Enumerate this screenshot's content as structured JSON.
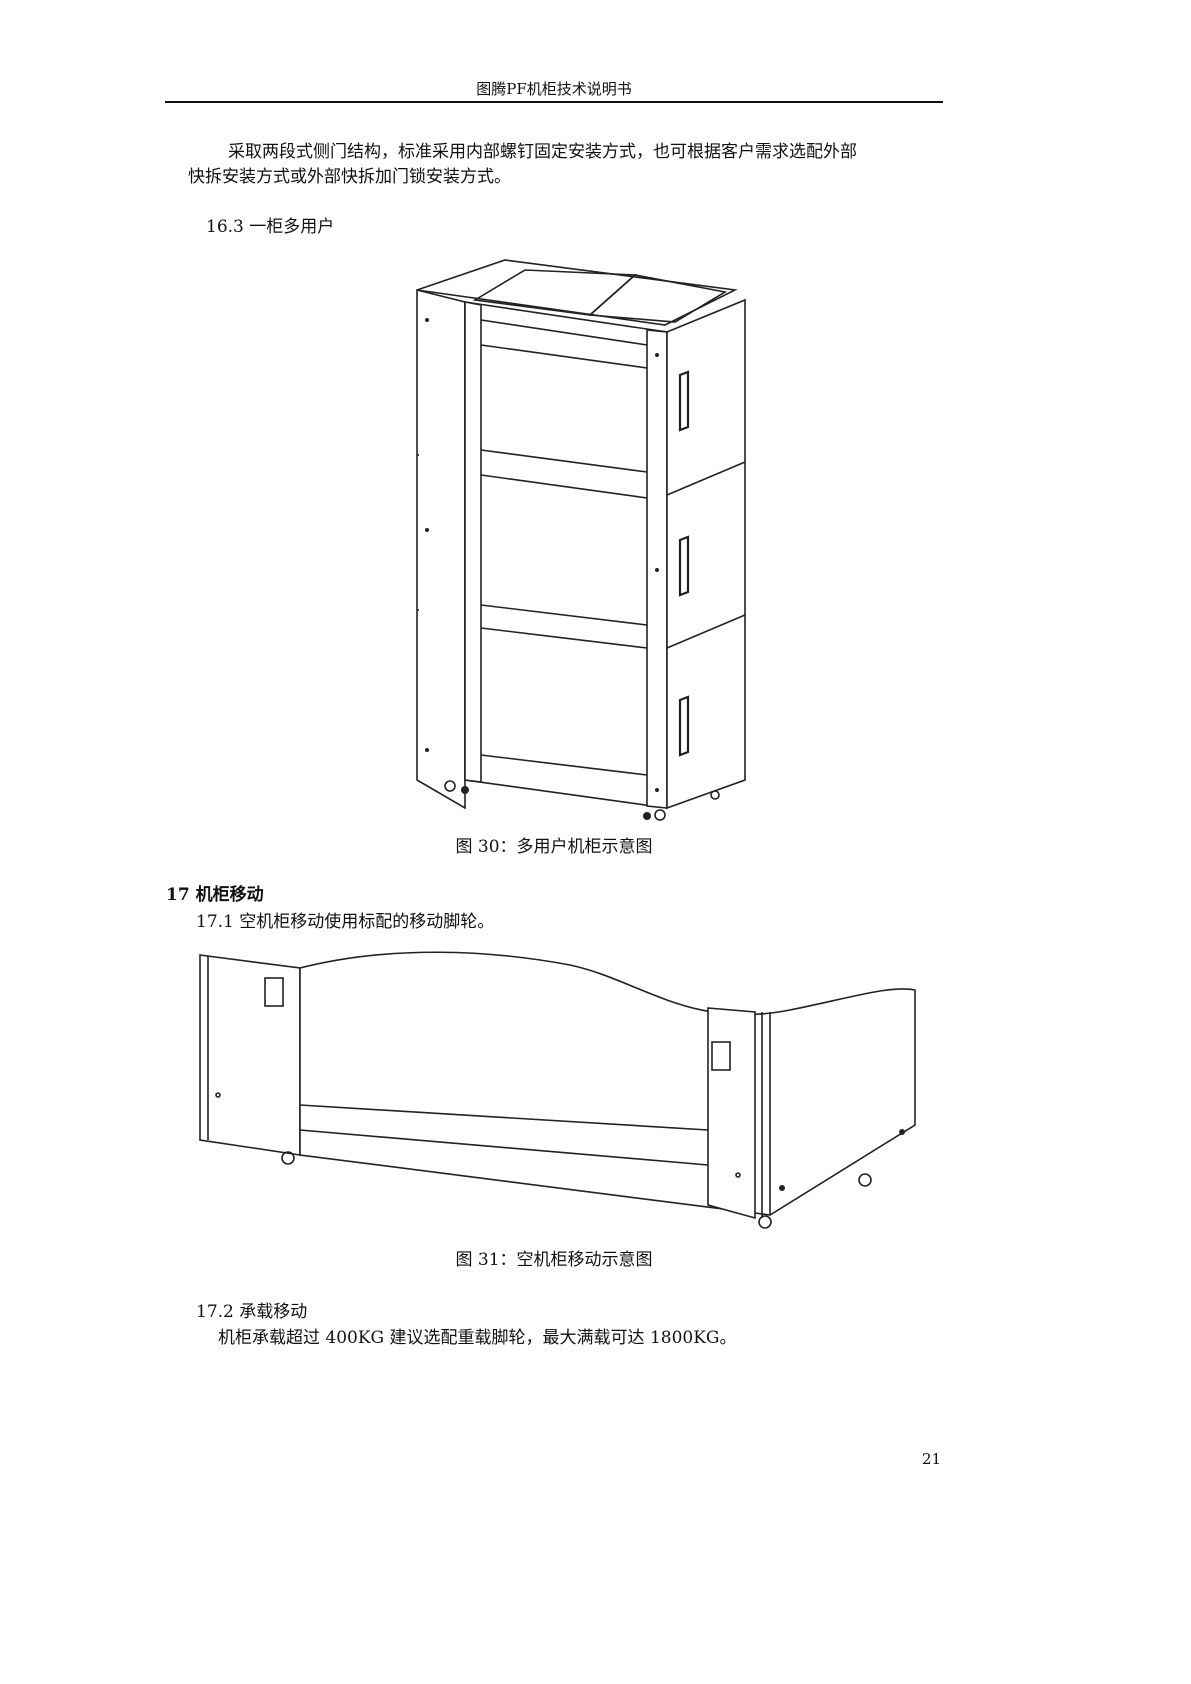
{
  "header": {
    "title": "图腾PF机柜技术说明书"
  },
  "intro": {
    "line1": "采取两段式侧门结构，标准采用内部螺钉固定安装方式，也可根据客户需求选配外部",
    "line2": "快拆安装方式或外部快拆加门锁安装方式。"
  },
  "section_16_3": {
    "heading": "16.3 一柜多用户"
  },
  "figure30": {
    "caption": "图 30：多用户机柜示意图"
  },
  "section_17": {
    "heading": "17  机柜移动",
    "sub1": "17.1 空机柜移动使用标配的移动脚轮。"
  },
  "figure31": {
    "caption": "图 31：空机柜移动示意图"
  },
  "section_17_2": {
    "heading": "17.2 承载移动",
    "text": "机柜承载超过 400KG 建议选配重载脚轮，最大满载可达 1800KG。"
  },
  "footer": {
    "page_number": "21"
  }
}
